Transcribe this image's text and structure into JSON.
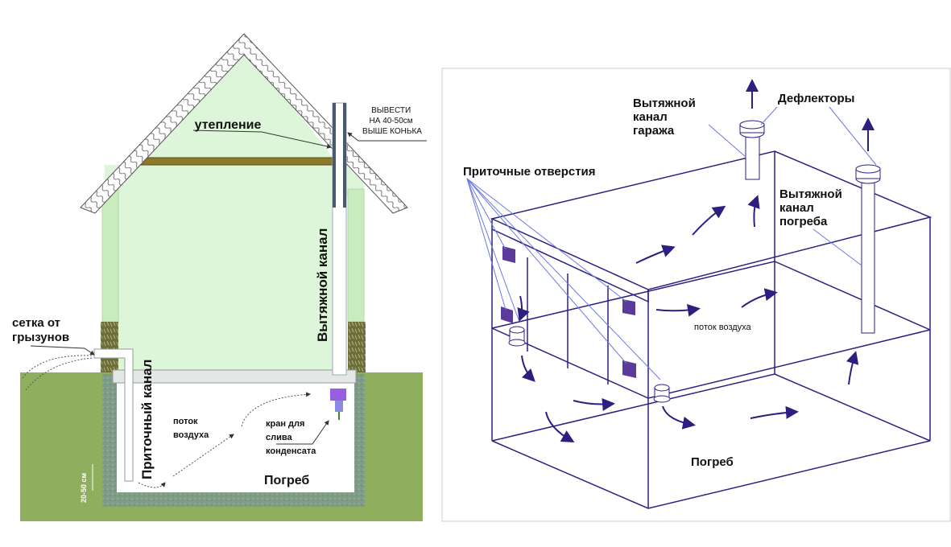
{
  "left_diagram": {
    "insulation": "утепление",
    "chimney_note": [
      "ВЫВЕСТИ",
      "НА 40-50см",
      "ВЫШЕ КОНЬКА"
    ],
    "exhaust_channel": "Вытяжной канал",
    "rodent_mesh": [
      "сетка от",
      "грызунов"
    ],
    "supply_channel": "Приточный канал",
    "air_flow": [
      "поток",
      "воздуха"
    ],
    "drain_valve": [
      "кран для",
      "слива",
      "конденсата"
    ],
    "cellar": "Погреб",
    "height_note": "20-50 см"
  },
  "right_diagram": {
    "garage_exhaust": [
      "Вытяжной",
      "канал",
      "гаража"
    ],
    "deflectors": "Дефлекторы",
    "supply_openings": "Приточные отверстия",
    "cellar_exhaust": [
      "Вытяжной",
      "канал",
      "погреба"
    ],
    "air_flow": "поток воздуха",
    "cellar": "Погреб"
  },
  "colors": {
    "ground": "#8fae5e",
    "wall": "#ddf5d8",
    "line": "#2b2080",
    "vent": "#5a3a9a"
  }
}
